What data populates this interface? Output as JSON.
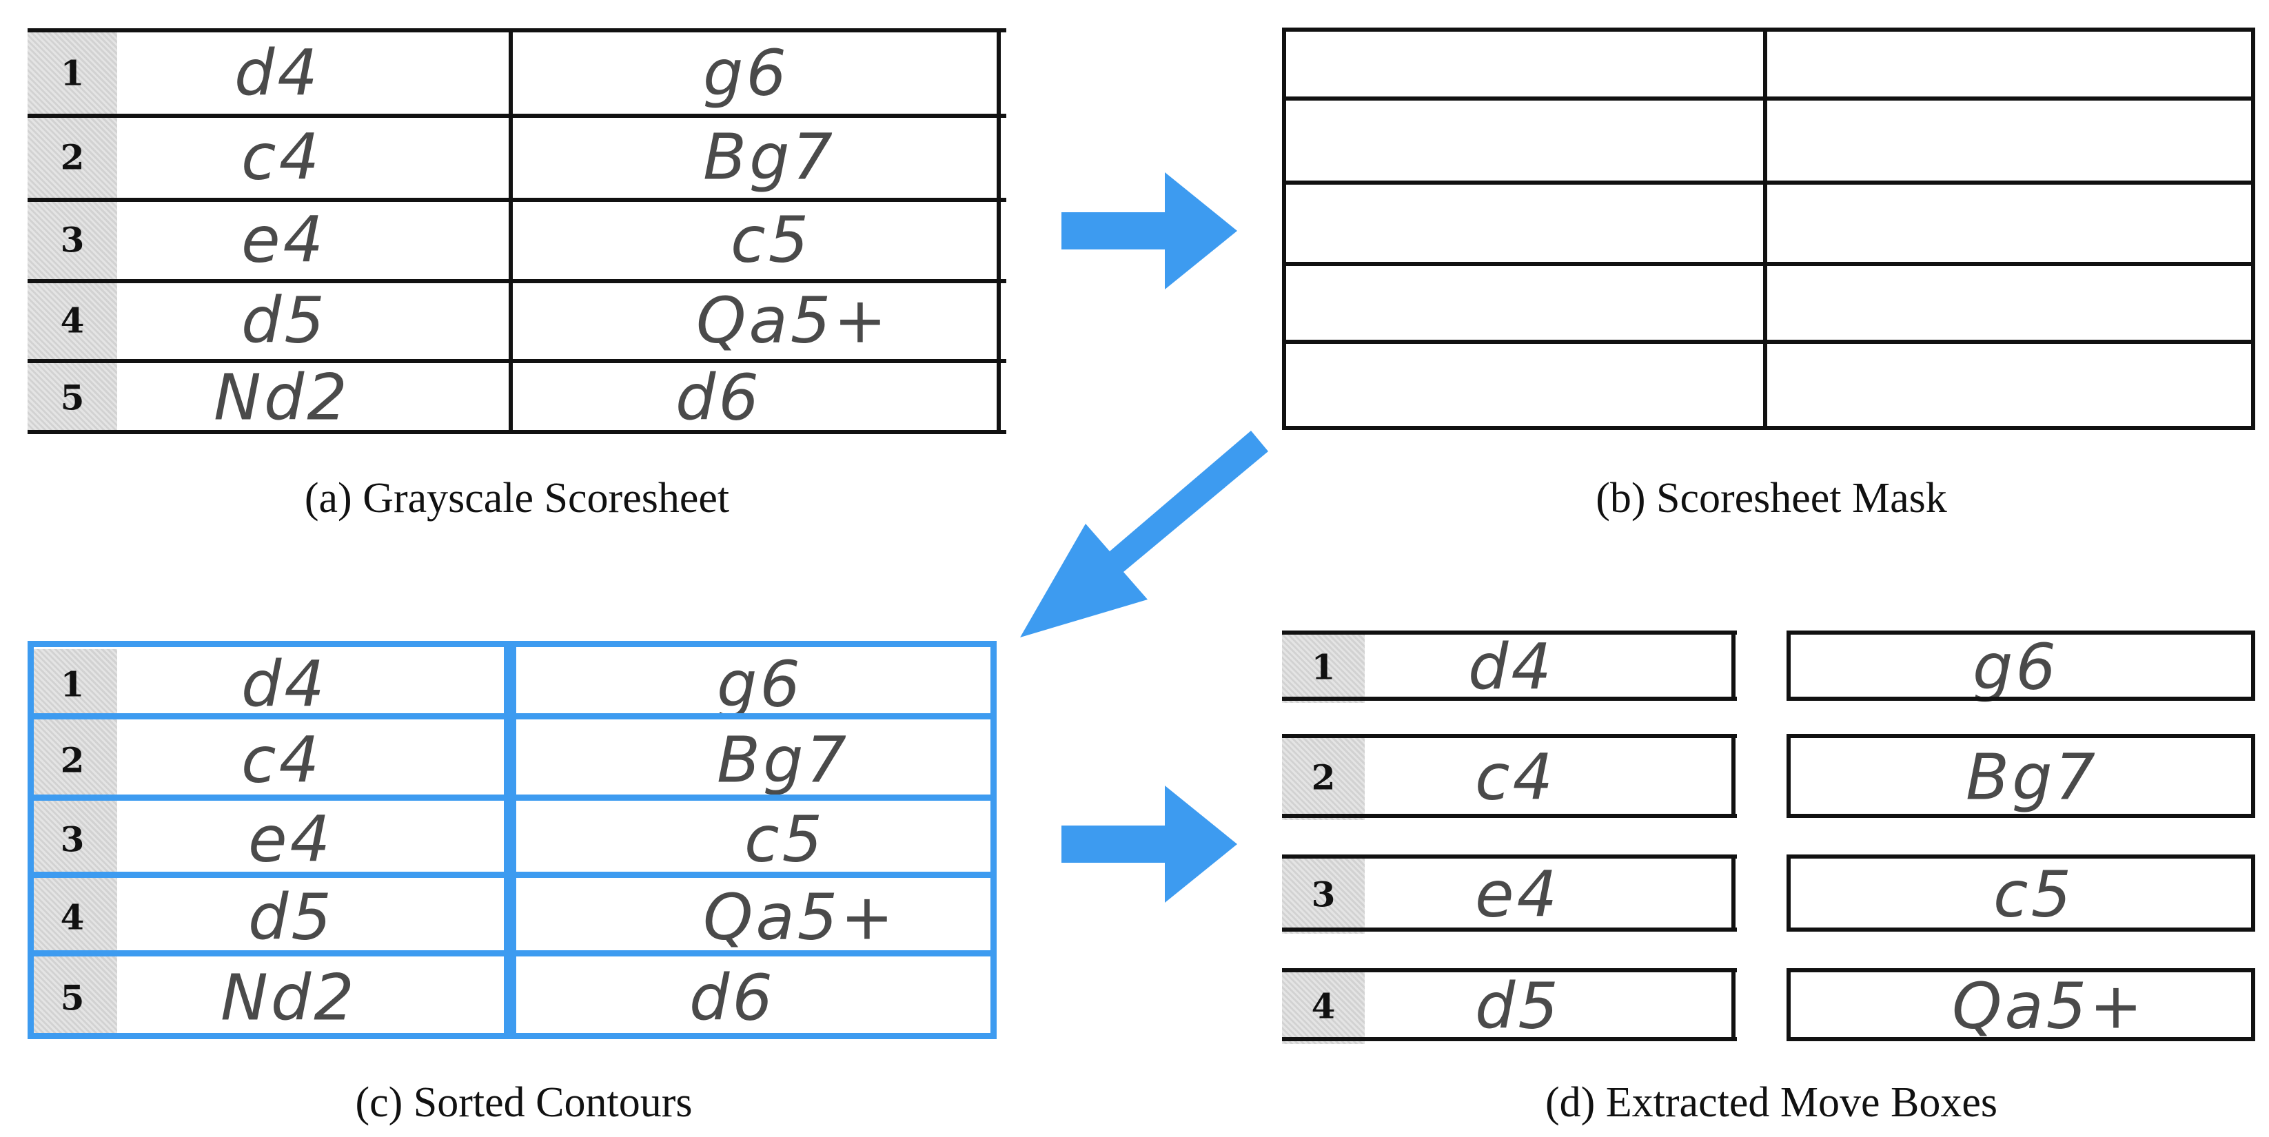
{
  "captions": {
    "a": "(a) Grayscale Scoresheet",
    "b": "(b) Scoresheet Mask",
    "c": "(c) Sorted Contours",
    "d": "(d) Extracted Move Boxes"
  },
  "rows": [
    {
      "num": "1",
      "white": "d4",
      "black": "g6"
    },
    {
      "num": "2",
      "white": "c4",
      "black": "Bg7"
    },
    {
      "num": "3",
      "white": "e4",
      "black": "c5"
    },
    {
      "num": "4",
      "white": "d5",
      "black": "Qa5+"
    },
    {
      "num": "5",
      "white": "Nd2",
      "black": "d6"
    }
  ],
  "extracted_rows": [
    {
      "num": "1",
      "white": "d4",
      "black": "g6"
    },
    {
      "num": "2",
      "white": "c4",
      "black": "Bg7"
    },
    {
      "num": "3",
      "white": "e4",
      "black": "c5"
    },
    {
      "num": "4",
      "white": "d5",
      "black": "Qa5+"
    }
  ],
  "colors": {
    "accent": "#3d9bf0",
    "ink": "#111111"
  }
}
